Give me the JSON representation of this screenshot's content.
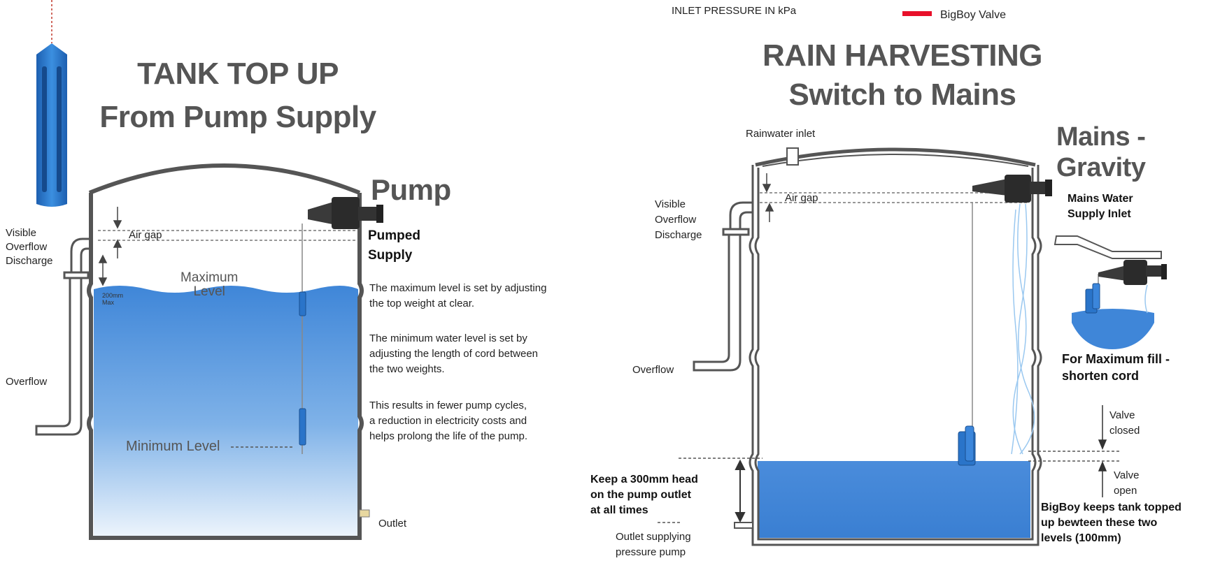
{
  "left": {
    "title_line1": "TANK TOP UP",
    "title_line2": "From Pump Supply",
    "pump_label": "Pump",
    "pumped_supply": "Pumped\nSupply",
    "visible_overflow": "Visible\nOverflow\nDischarge",
    "air_gap": "Air gap",
    "maximum_level": "Maximum\nLevel",
    "mm_note": "200mm\nMax",
    "minimum_level": "Minimum Level",
    "overflow": "Overflow",
    "outlet": "Outlet",
    "para1": "The maximum level is set by adjusting\nthe top weight at clear.",
    "para2": "The minimum water level is set by\nadjusting the length of cord between\nthe two weights.",
    "para3": "This results in fewer pump cycles,\na reduction in electricity costs and\nhelps prolong the life of the pump."
  },
  "right": {
    "inlet_pressure": "INLET PRESSURE IN kPa",
    "legend_label": "BigBoy Valve",
    "legend_color": "#e8102a",
    "title_line1": "RAIN HARVESTING",
    "title_line2": "Switch to Mains",
    "mains_gravity": "Mains -\nGravity",
    "rainwater_inlet": "Rainwater inlet",
    "air_gap": "Air gap",
    "visible_overflow": "Visible\nOverflow\nDischarge",
    "mains_inlet": "Mains Water\nSupply Inlet",
    "max_fill": "For Maximum fill -\nshorten cord",
    "overflow": "Overflow",
    "valve_closed": "Valve\nclosed",
    "valve_open": "Valve\nopen",
    "keep_head": "Keep a 300mm head\non the pump outlet\nat all times",
    "outlet_supply": "Outlet supplying\npressure pump",
    "bigboy_note": "BigBoy keeps tank topped\nup bewteen these two\nlevels (100mm)"
  },
  "colors": {
    "water_top": "#3f86d8",
    "water_bottom": "#e6f1fb",
    "tank_outline": "#555555",
    "valve_body": "#2b2b2b",
    "float_blue": "#2a74c9"
  }
}
